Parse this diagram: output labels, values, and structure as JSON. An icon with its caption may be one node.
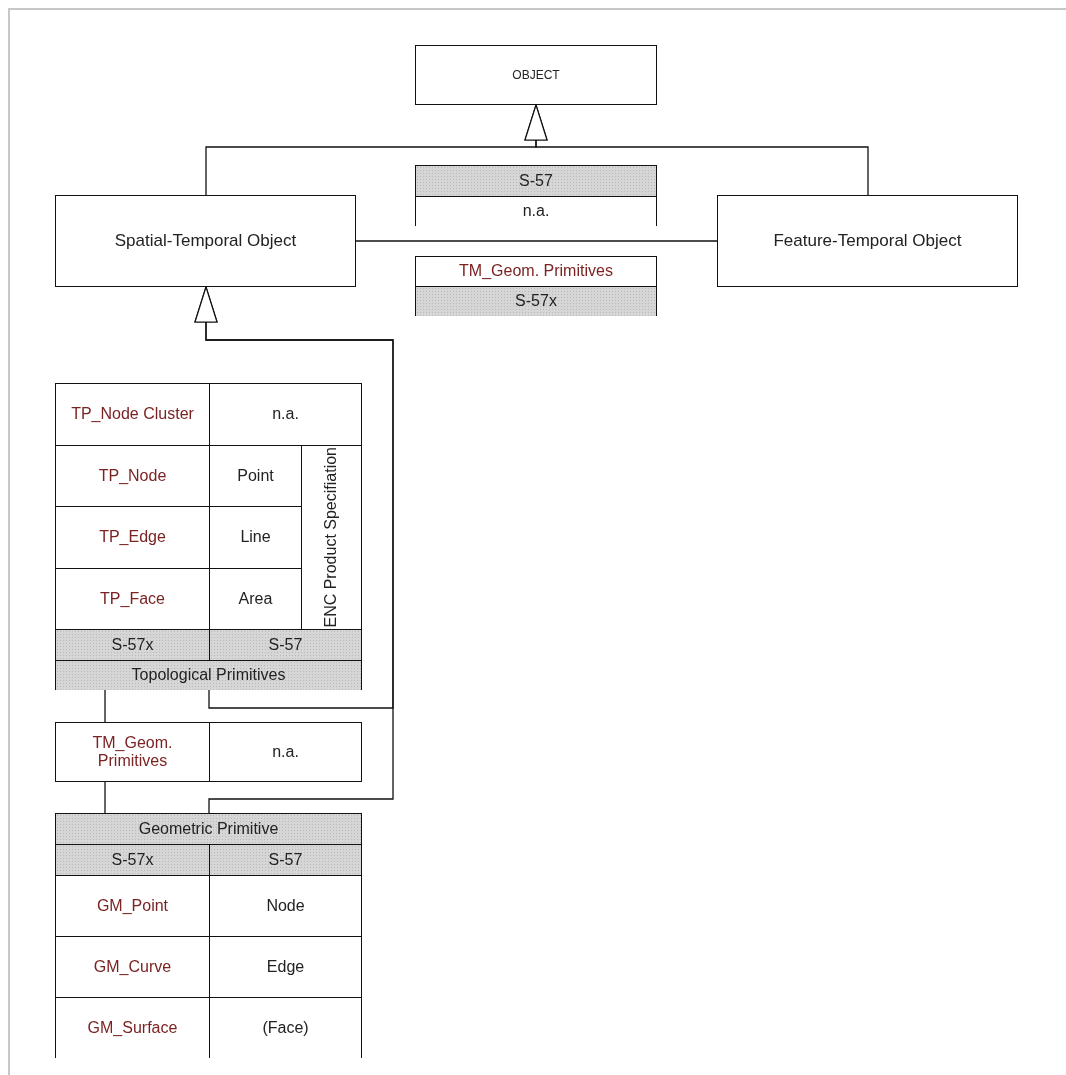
{
  "diagram": {
    "nodes": [
      {
        "text": [
          "OBJECT"
        ]
      },
      {
        "text": [
          "S-57",
          "n.a."
        ]
      },
      {
        "text": [
          "Spatial-Temporal Object"
        ]
      },
      {
        "text": [
          "Feature-Temporal Object"
        ]
      },
      {
        "text": [
          "TM_Geom. Primitives",
          "S-57x"
        ]
      },
      {
        "text": [
          "TP_Node Cluster",
          "n.a.",
          "TP_Node",
          "Point",
          "TP_Edge",
          "Line",
          "TP_Face",
          "Area",
          "ENC Product Specifiation",
          "S-57x",
          "S-57",
          "Topological Primitives"
        ]
      },
      {
        "text": [
          "TM_Geom. Primitives",
          "n.a."
        ]
      },
      {
        "text": [
          "Geometric Primitive",
          "S-57x",
          "S-57",
          "GM_Point",
          "Node",
          "GM_Curve",
          "Edge",
          "GM_Surface",
          "(Face)"
        ]
      }
    ],
    "edges": [
      {
        "from": 2,
        "to": 0,
        "arrow": "to"
      },
      {
        "from": 3,
        "to": 0,
        "arrow": "to"
      },
      {
        "from": 2,
        "to": 3,
        "arrow": "none"
      },
      {
        "from": 5,
        "to": 2,
        "arrow": "to"
      },
      {
        "from": 7,
        "to": 2,
        "arrow": "to"
      },
      {
        "from": 5,
        "to": 6,
        "arrow": "none"
      },
      {
        "from": 6,
        "to": 7,
        "arrow": "none"
      }
    ]
  }
}
